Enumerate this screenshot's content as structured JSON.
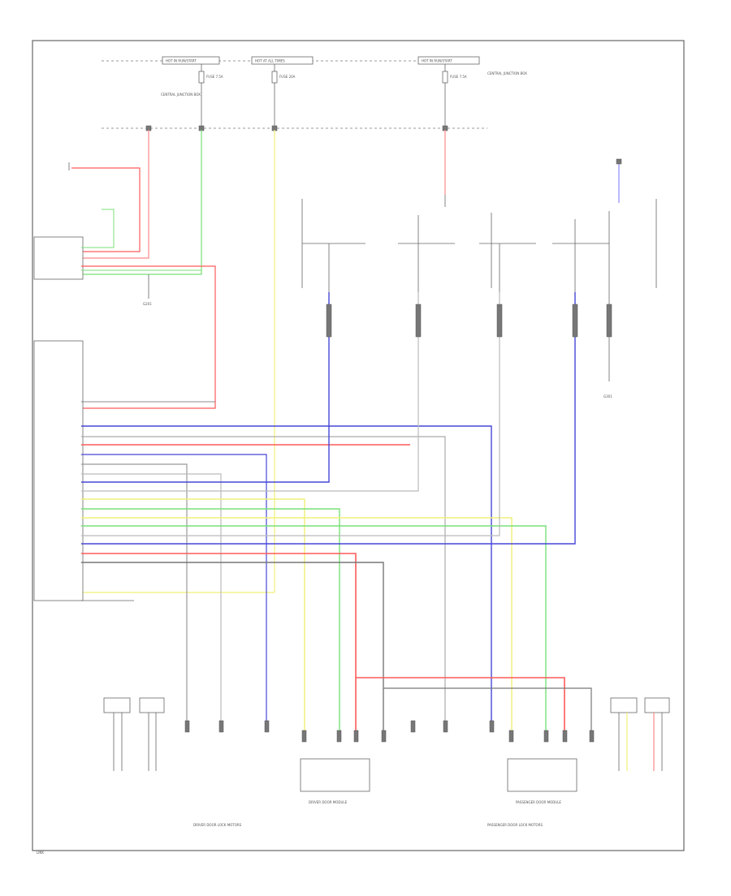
{
  "diagram": {
    "labels": [
      {
        "id": "fuse-box-left",
        "text": "HOT IN RUN/START"
      },
      {
        "id": "fuse-box-mid",
        "text": "HOT AT ALL TIMES"
      },
      {
        "id": "fuse-box-right",
        "text": "HOT IN RUN/START"
      },
      {
        "id": "fuse-a",
        "text": "FUSE 7.5A"
      },
      {
        "id": "fuse-b",
        "text": "FUSE 20A"
      },
      {
        "id": "fuse-c",
        "text": "FUSE 7.5A"
      },
      {
        "id": "central-junction-left",
        "text": "CENTRAL JUNCTION BOX"
      },
      {
        "id": "central-junction-right",
        "text": "CENTRAL JUNCTION BOX"
      },
      {
        "id": "driver-door-module",
        "text": "DRIVER DOOR MODULE"
      },
      {
        "id": "passenger-door-module",
        "text": "PASSENGER DOOR MODULE"
      },
      {
        "id": "ground-g1",
        "text": "G201"
      },
      {
        "id": "ground-g2",
        "text": "G301"
      },
      {
        "id": "bottom-tag",
        "text": "LINK"
      },
      {
        "id": "front-doors-note",
        "text": "DRIVER DOOR LOCK MOTORS"
      },
      {
        "id": "passenger-doors-note",
        "text": "PASSENGER DOOR LOCK MOTORS"
      }
    ],
    "colors": {
      "red": "#ff5a5a",
      "green": "#78e078",
      "blue": "#4646d8",
      "lightblue": "#8c8cff",
      "yellow": "#f0f078",
      "gray": "#999999",
      "dark": "#555555"
    }
  }
}
